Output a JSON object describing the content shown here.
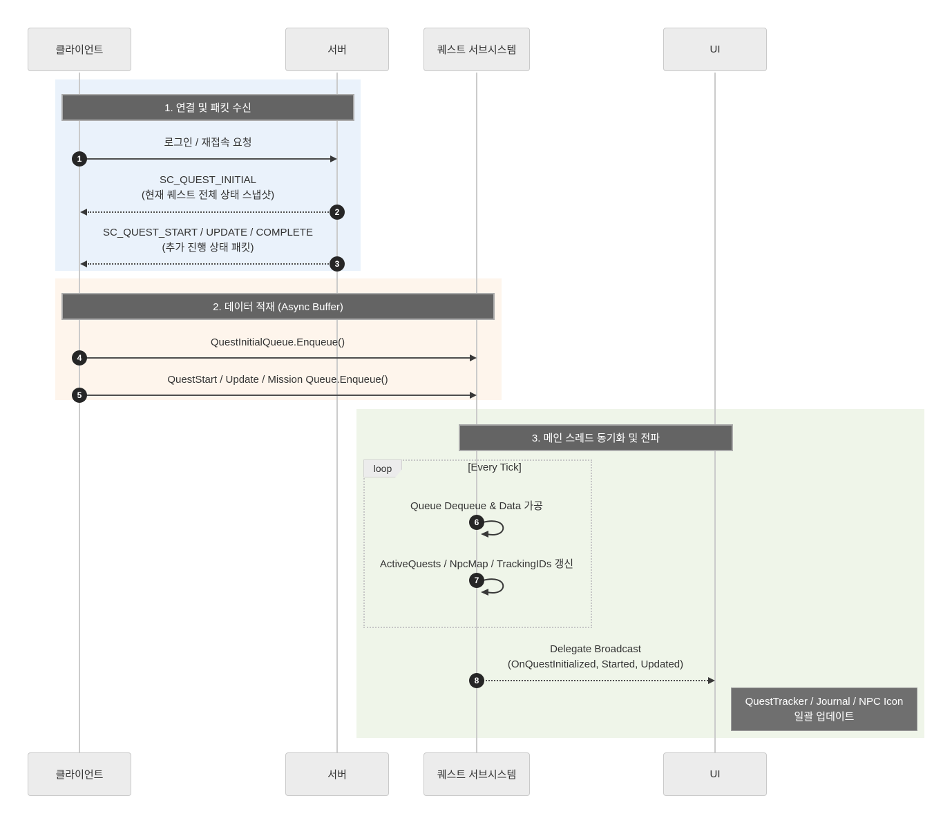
{
  "participants": [
    {
      "label": "클라이언트"
    },
    {
      "label": "서버"
    },
    {
      "label": "퀘스트 서브시스템"
    },
    {
      "label": "UI"
    }
  ],
  "sections": [
    {
      "label": "1. 연결 및 패킷 수신"
    },
    {
      "label": "2. 데이터 적재 (Async Buffer)"
    },
    {
      "label": "3. 메인 스레드 동기화 및 전파"
    }
  ],
  "loop": {
    "label": "loop",
    "condition": "[Every Tick]"
  },
  "messages": [
    {
      "num": "1",
      "line1": "로그인 / 재접속 요청"
    },
    {
      "num": "2",
      "line1": "SC_QUEST_INITIAL",
      "line2": "(현재 퀘스트 전체 상태 스냅샷)"
    },
    {
      "num": "3",
      "line1": "SC_QUEST_START / UPDATE / COMPLETE",
      "line2": "(추가 진행 상태 패킷)"
    },
    {
      "num": "4",
      "line1": "QuestInitialQueue.Enqueue()"
    },
    {
      "num": "5",
      "line1": "QuestStart / Update / Mission Queue.Enqueue()"
    },
    {
      "num": "6",
      "line1": "Queue Dequeue & Data 가공"
    },
    {
      "num": "7",
      "line1": "ActiveQuests / NpcMap / TrackingIDs 갱신"
    },
    {
      "num": "8",
      "line1": "Delegate Broadcast",
      "line2": "(OnQuestInitialized, Started, Updated)"
    }
  ],
  "note": {
    "line1": "QuestTracker / Journal / NPC Icon",
    "line2": "일괄 업데이트"
  },
  "colors": {
    "phase1_bg": "#EAF2FB",
    "phase2_bg": "#FEF5EC",
    "phase3_bg": "#EFF5E9",
    "section_bar": "#646464",
    "note_fill": "#6F6F6F",
    "badge": "#262626",
    "arrow": "#4D4D4D",
    "lifeline": "#CBCBCB",
    "participant_fill": "#ECECEC"
  }
}
